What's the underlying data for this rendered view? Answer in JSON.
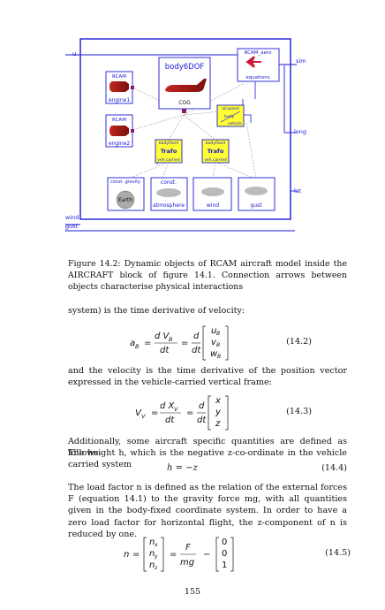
{
  "diagram": {
    "ports": {
      "u": "u",
      "wind": "wind",
      "gust": "gust",
      "sim": "sim",
      "long": "long",
      "lat": "lat"
    },
    "blocks": {
      "engine1": {
        "title": "RCAM",
        "label": "engine1"
      },
      "engine2": {
        "title": "RCAM",
        "label": "engine2"
      },
      "body": {
        "title": "body6DOF",
        "label": "COG"
      },
      "aero": {
        "title": "RCAM_aero",
        "label": "equations"
      },
      "airspeed": {
        "title": "airspeed",
        "label": "body",
        "sub": "vehicle"
      },
      "trafo1": {
        "title": "bodyfixed",
        "label": "Trafo",
        "sub": "veh.carried"
      },
      "trafo2": {
        "title": "bodyfixed",
        "label": "Trafo",
        "sub": "veh.carried"
      },
      "gravity": {
        "title": "const. gravity",
        "label": "Earth"
      },
      "atmosphere": {
        "title": "const.",
        "label": "atmosphere"
      },
      "wind": {
        "label": "wind"
      },
      "gust": {
        "label": "gust"
      }
    }
  },
  "caption": {
    "prefix": "Figure 14.2: Dynamic objects of RCAM aircraft model inside the",
    "sc": "AIRCRAFT",
    "suffix": "block of figure 14.1. Connection arrows between objects characterise physical interactions"
  },
  "text": {
    "p1": "system) is the time derivative of velocity:",
    "p2": "and the velocity is the time derivative of the position vector expressed in the vehicle-carried vertical frame:",
    "p3a": "Additionally, some aircraft specific quantities are defined as follows:",
    "p3b": "The height h, which is the negative z-co-ordinate in the vehicle carried system",
    "p4": "The load factor n is defined as the relation of the external forces F (equation 14.1) to the gravity force mg, with all quantities given in the body-fixed coordinate system. In order to have a zero load factor for horizontal flight, the z-component of n is reduced by one."
  },
  "equations": {
    "e142": {
      "num": "(14.2)"
    },
    "e143": {
      "num": "(14.3)"
    },
    "e144": {
      "text": "h = −z",
      "num": "(14.4)"
    },
    "e145": {
      "num": "(14.5)"
    }
  },
  "page_number": "155"
}
